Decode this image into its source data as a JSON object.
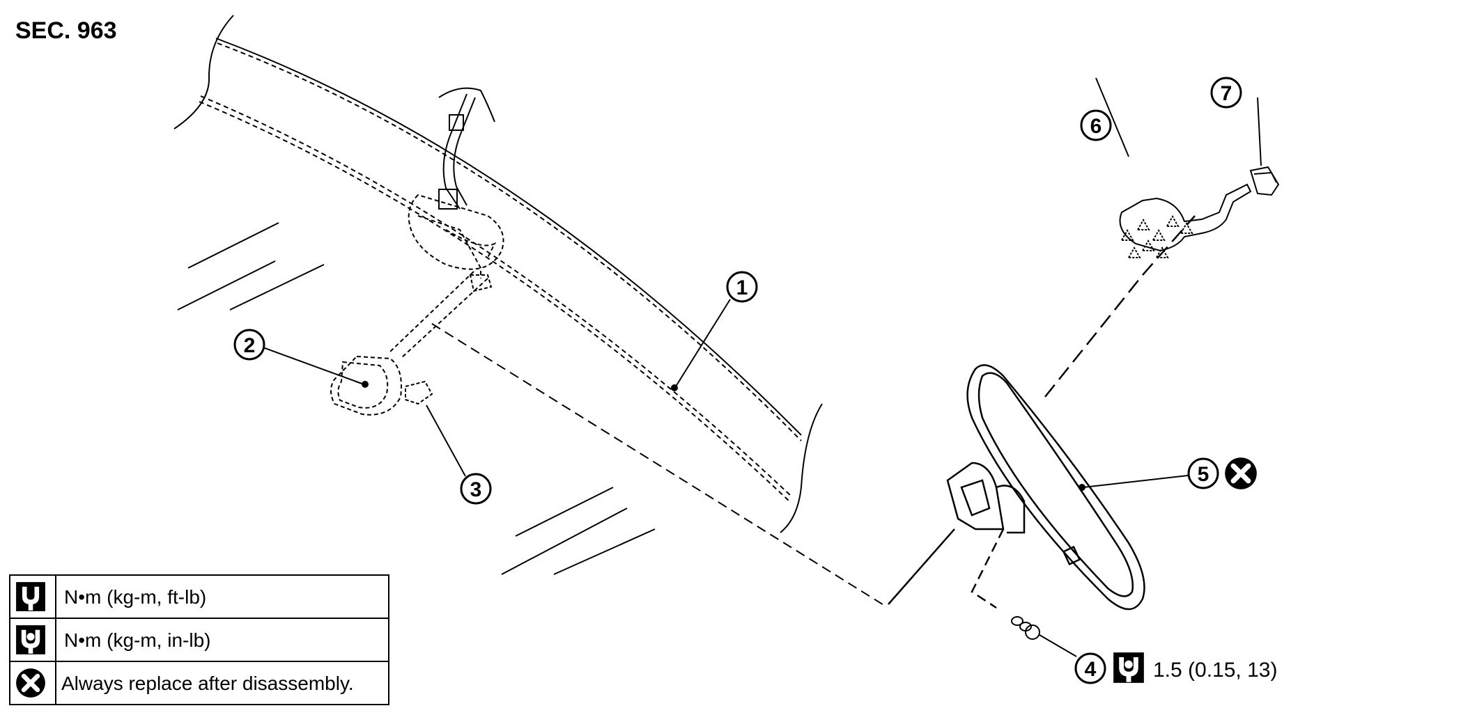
{
  "section_label": "SEC. 963",
  "callouts": [
    {
      "id": "callout-1",
      "number": "1"
    },
    {
      "id": "callout-2",
      "number": "2"
    },
    {
      "id": "callout-3",
      "number": "3"
    },
    {
      "id": "callout-4",
      "number": "4"
    },
    {
      "id": "callout-5",
      "number": "5"
    },
    {
      "id": "callout-6",
      "number": "6"
    },
    {
      "id": "callout-7",
      "number": "7"
    }
  ],
  "torque_spec": "1.5 (0.15, 13)",
  "legend": {
    "rows": [
      {
        "icon": "torque-wrench-ft-lb-icon",
        "text": "N•m (kg-m, ft-lb)"
      },
      {
        "icon": "torque-wrench-in-lb-icon",
        "text": "N•m (kg-m, in-lb)"
      },
      {
        "icon": "always-replace-icon",
        "text": "Always replace after disassembly."
      }
    ]
  },
  "colors": {
    "ink": "#000000",
    "background": "#ffffff"
  }
}
